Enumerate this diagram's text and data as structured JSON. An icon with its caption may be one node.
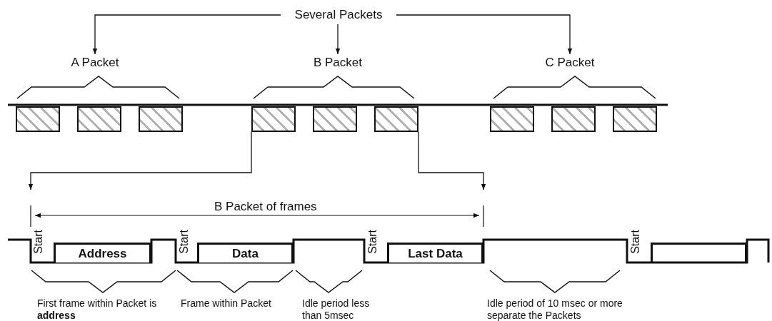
{
  "diagram": {
    "nodes": [
      {
        "text": [
          "Several Packets"
        ]
      },
      {
        "text": [
          "A Packet"
        ]
      },
      {
        "text": [
          "B Packet"
        ]
      },
      {
        "text": [
          "C Packet"
        ]
      },
      {
        "text": [],
        "shape": "box"
      },
      {
        "text": [],
        "shape": "box"
      },
      {
        "text": [],
        "shape": "box"
      },
      {
        "text": [],
        "shape": "box"
      },
      {
        "text": [],
        "shape": "box"
      },
      {
        "text": [],
        "shape": "box"
      },
      {
        "text": [],
        "shape": "box"
      },
      {
        "text": [],
        "shape": "box"
      },
      {
        "text": [],
        "shape": "box"
      },
      {
        "text": [
          "Address"
        ]
      },
      {
        "text": [
          "Data"
        ]
      },
      {
        "text": [
          "Last Data"
        ]
      },
      {
        "text": [],
        "shape": "box"
      }
    ],
    "edges": [
      {
        "from": 0,
        "to": 1,
        "arrow": "to"
      },
      {
        "from": 0,
        "to": 2,
        "arrow": "to"
      },
      {
        "from": 0,
        "to": 3,
        "arrow": "to"
      },
      {
        "from": 7,
        "to": null,
        "arrow": "to"
      },
      {
        "from": 9,
        "to": null,
        "arrow": "to"
      }
    ],
    "labels": [
      "B Packet of frames",
      "Start",
      "Start",
      "Start",
      "Start",
      "First frame within Packet is **address**",
      "Frame within Packet",
      "Idle period less than 5msec",
      "Idle period of 10 msec or more separate the Packets"
    ]
  }
}
